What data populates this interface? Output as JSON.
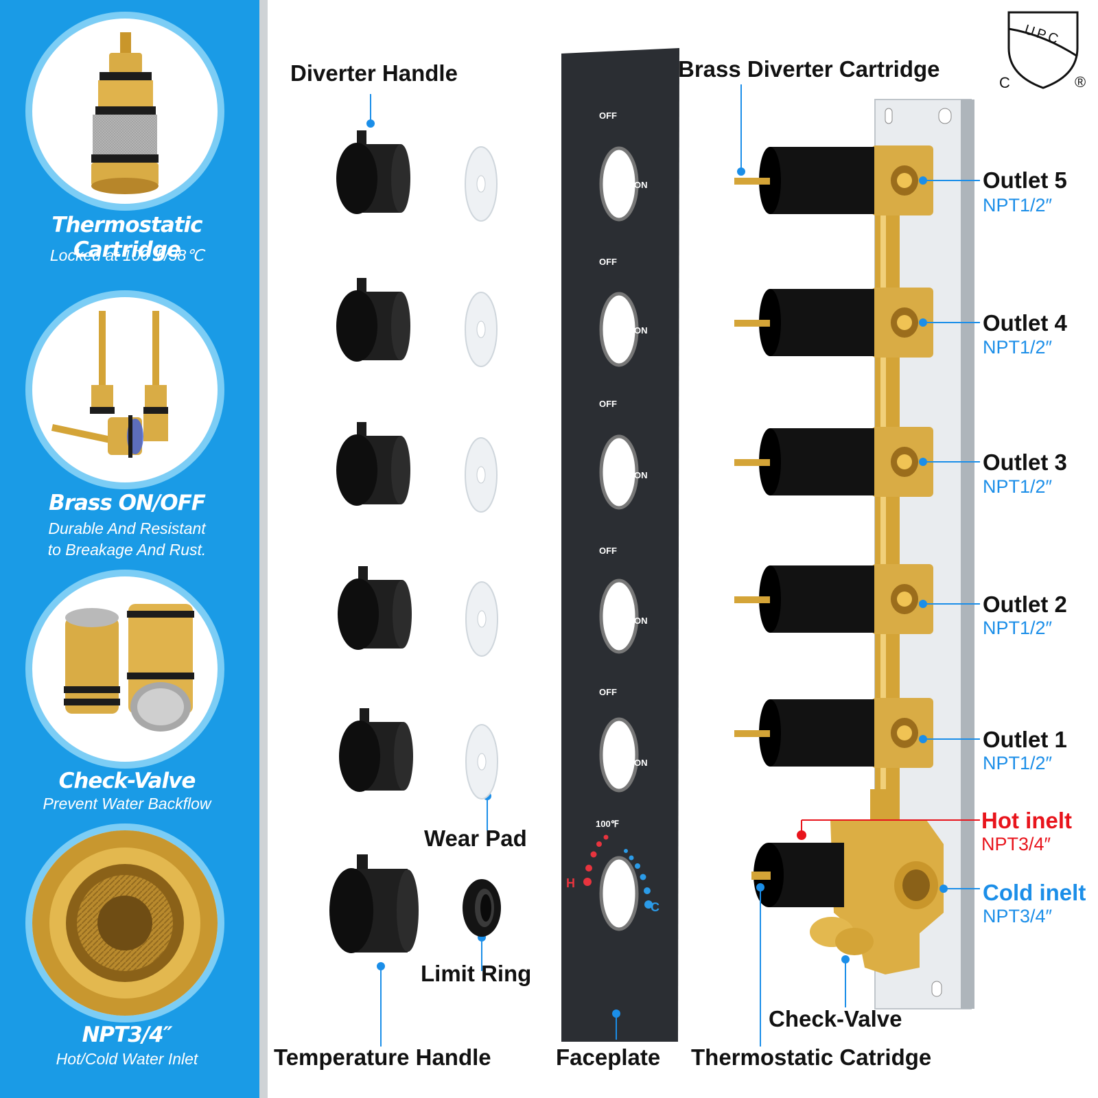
{
  "sidebar": {
    "features": [
      {
        "title": "Thermostatic Cartridge",
        "desc": [
          "Locked at 100℉/38℃"
        ]
      },
      {
        "title": "Brass ON/OFF",
        "desc": [
          "Durable And Resistant",
          "to Breakage And Rust."
        ]
      },
      {
        "title": "Check-Valve",
        "desc": [
          "Prevent Water Backflow"
        ]
      },
      {
        "title": "NPT3/4″",
        "desc": [
          "Hot/Cold Water Inlet"
        ]
      }
    ]
  },
  "labels": {
    "diverter_handle": "Diverter Handle",
    "wear_pad": "Wear Pad",
    "limit_ring": "Limit Ring",
    "temperature_handle": "Temperature Handle",
    "faceplate": "Faceplate",
    "brass_diverter_cartridge": "Brass Diverter Cartridge",
    "check_valve": "Check-Valve",
    "thermostatic_cartridge": "Thermostatic Catridge"
  },
  "faceplate": {
    "off": "OFF",
    "on": "ON",
    "temp": "100℉",
    "hot": "H",
    "cold": "C"
  },
  "outlets": [
    {
      "name": "Outlet 5",
      "spec": "NPT1/2″"
    },
    {
      "name": "Outlet 4",
      "spec": "NPT1/2″"
    },
    {
      "name": "Outlet 3",
      "spec": "NPT1/2″"
    },
    {
      "name": "Outlet 2",
      "spec": "NPT1/2″"
    },
    {
      "name": "Outlet 1",
      "spec": "NPT1/2″"
    }
  ],
  "inlets": {
    "hot": {
      "name": "Hot inelt",
      "spec": "NPT3/4″"
    },
    "cold": {
      "name": "Cold inelt",
      "spec": "NPT3/4″"
    }
  },
  "cert": {
    "letters": "UPC",
    "c": "C",
    "reg": "®"
  },
  "colors": {
    "sidebar": "#1a9be6",
    "accent_blue": "#1b8ee8",
    "hot_red": "#e8141c",
    "brass": "#d4a437",
    "faceplate": "#2b2e33"
  }
}
